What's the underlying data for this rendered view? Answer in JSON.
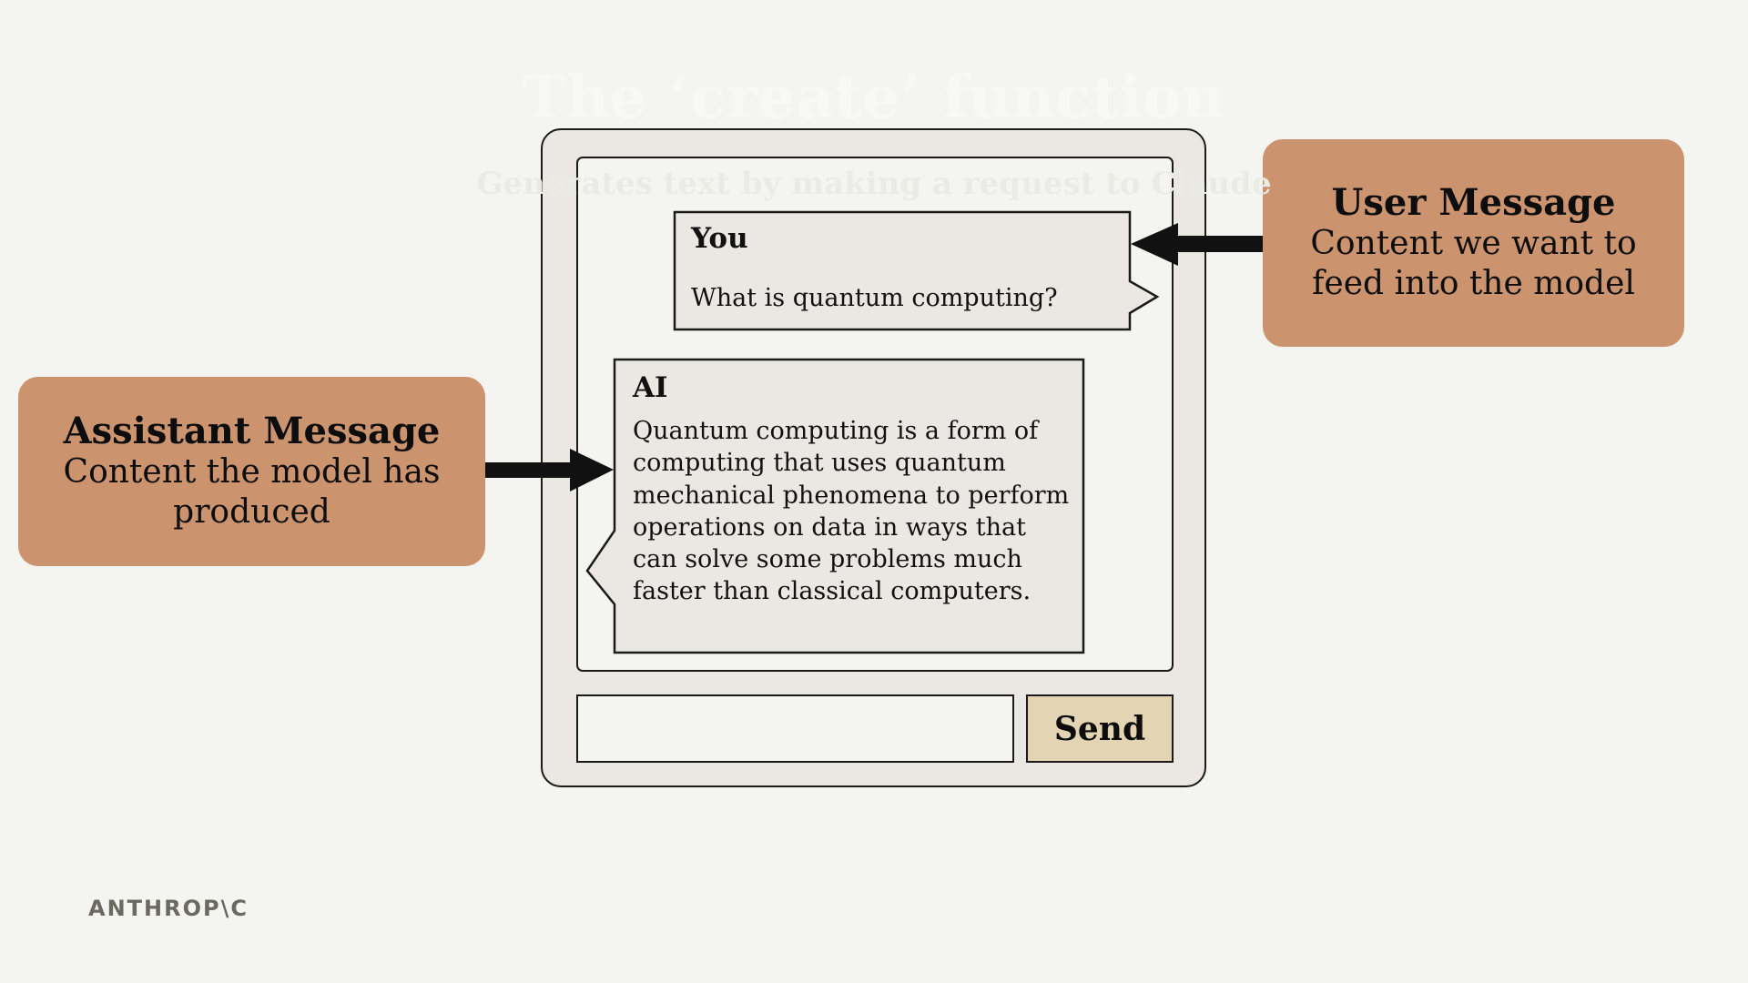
{
  "slide": {
    "ghost_title": "The ‘create’ function",
    "ghost_subtitle": "Generates text by making a request to Claude"
  },
  "chat_window": {
    "messages": [
      {
        "role_label": "You",
        "text": "What is quantum computing?"
      },
      {
        "role_label": "AI",
        "text": "Quantum computing is a form of computing that uses quantum mechanical phenomena to perform operations on data in ways that can solve some problems much faster than classical computers."
      }
    ],
    "input": {
      "value": "",
      "placeholder": ""
    },
    "send_label": "Send"
  },
  "callouts": {
    "user": {
      "title": "User Message",
      "body": "Content we want to feed into the model"
    },
    "assistant": {
      "title": "Assistant Message",
      "body": "Content the model has produced"
    }
  },
  "branding": {
    "logo_text": "ANTHROP\\C"
  },
  "colors": {
    "background": "#f4f5f0",
    "frame": "#ebe8e3",
    "callout": "#cc936f",
    "send_button": "#e3d5b3",
    "ink": "#111111",
    "logo": "#6b6a62"
  }
}
